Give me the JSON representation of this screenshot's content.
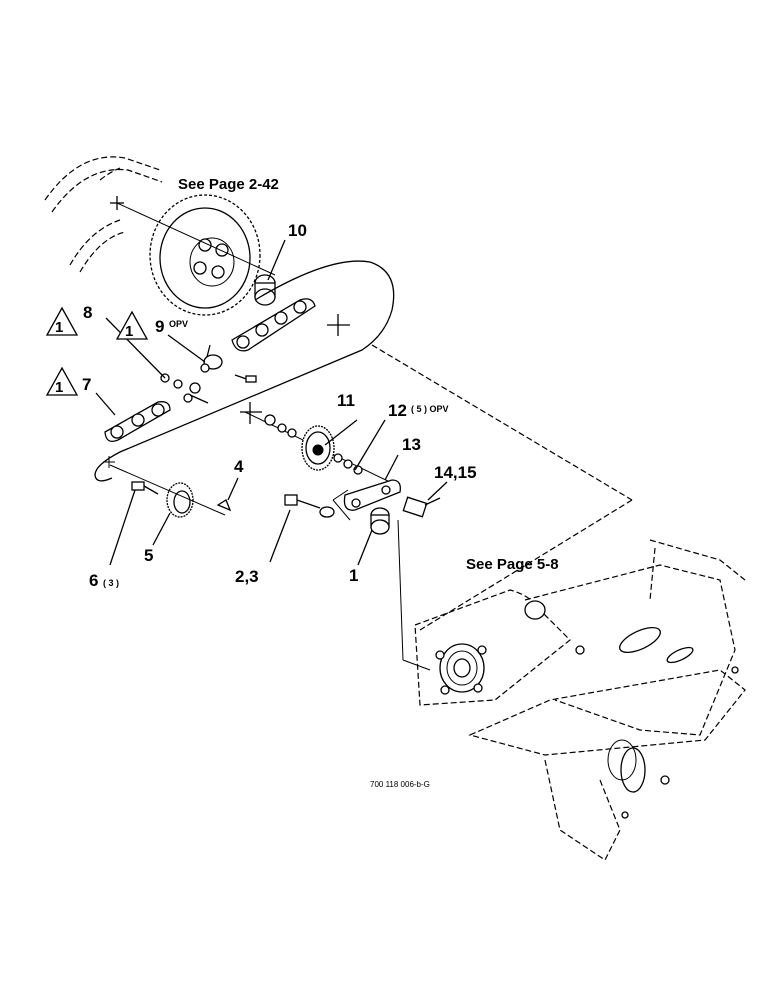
{
  "references": {
    "top": "See Page 2-42",
    "right": "See Page 5-8"
  },
  "callouts": {
    "c1": "1",
    "c23": "2,3",
    "c4": "4",
    "c5": "5",
    "c6": "6",
    "c6_sup": "( 3 )",
    "c7": "7",
    "c8": "8",
    "c9": "9",
    "c9_sup": "OPV",
    "c10": "10",
    "c11": "11",
    "c12": "12",
    "c12_sup": "( 5 ) OPV",
    "c13": "13",
    "c1415": "14,15"
  },
  "notes": {
    "triangle_note": "1"
  },
  "drawing_number": "700 118 006-b-G"
}
